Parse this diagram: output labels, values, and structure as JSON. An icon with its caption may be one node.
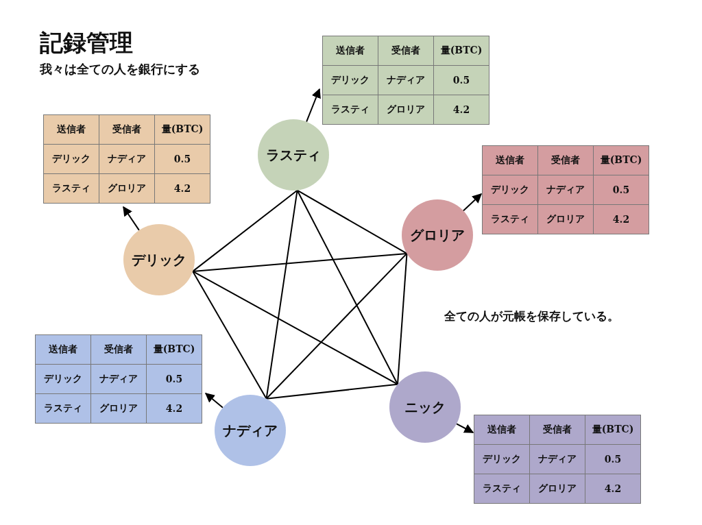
{
  "diagram": {
    "title": "記録管理",
    "caption": "我々は全ての人を銀行にする",
    "nodes": [
      {
        "text": [
          "デリック"
        ]
      },
      {
        "text": [
          "送信者",
          "受信者",
          "量(BTC)",
          "デリック",
          "ナディア",
          "0.5",
          "ラスティ",
          "グロリア",
          "4.2"
        ]
      },
      {
        "text": [
          "ラスティ"
        ]
      },
      {
        "text": [
          "送信者",
          "受信者",
          "量(BTC)",
          "デリック",
          "ナディア",
          "0.5",
          "ラスティ",
          "グロリア",
          "4.2"
        ]
      },
      {
        "text": [
          "グロリア"
        ]
      },
      {
        "text": [
          "送信者",
          "受信者",
          "量(BTC)",
          "デリック",
          "ナディア",
          "0.5",
          "ラスティ",
          "グロリア",
          "4.2"
        ]
      },
      {
        "text": [
          "ナディア"
        ]
      },
      {
        "text": [
          "送信者",
          "受信者",
          "量(BTC)",
          "デリック",
          "ナディア",
          "0.5",
          "ラスティ",
          "グロリア",
          "4.2"
        ]
      },
      {
        "text": [
          "ニック"
        ]
      },
      {
        "text": [
          "送信者",
          "受信者",
          "量(BTC)",
          "デリック",
          "ナディア",
          "0.5",
          "ラスティ",
          "グロリア",
          "4.2"
        ]
      }
    ],
    "edges": [
      {
        "from": 0,
        "to": 1,
        "arrow": "to"
      },
      {
        "from": 2,
        "to": 3,
        "arrow": "to"
      },
      {
        "from": 4,
        "to": 5,
        "arrow": "to"
      },
      {
        "from": 6,
        "to": 7,
        "arrow": "to"
      },
      {
        "from": 8,
        "to": 9,
        "arrow": "to"
      },
      {
        "from": 0,
        "to": 2,
        "arrow": "none"
      },
      {
        "from": 0,
        "to": 4,
        "arrow": "none"
      },
      {
        "from": 0,
        "to": 6,
        "arrow": "none"
      },
      {
        "from": 0,
        "to": 8,
        "arrow": "none"
      },
      {
        "from": 2,
        "to": 4,
        "arrow": "none"
      },
      {
        "from": 2,
        "to": 6,
        "arrow": "none"
      },
      {
        "from": 2,
        "to": 8,
        "arrow": "none"
      },
      {
        "from": 4,
        "to": 6,
        "arrow": "none"
      },
      {
        "from": 4,
        "to": 8,
        "arrow": "none"
      },
      {
        "from": 6,
        "to": 8,
        "arrow": "none"
      }
    ],
    "labels": [
      "全ての人が元帳を保存している。"
    ]
  }
}
